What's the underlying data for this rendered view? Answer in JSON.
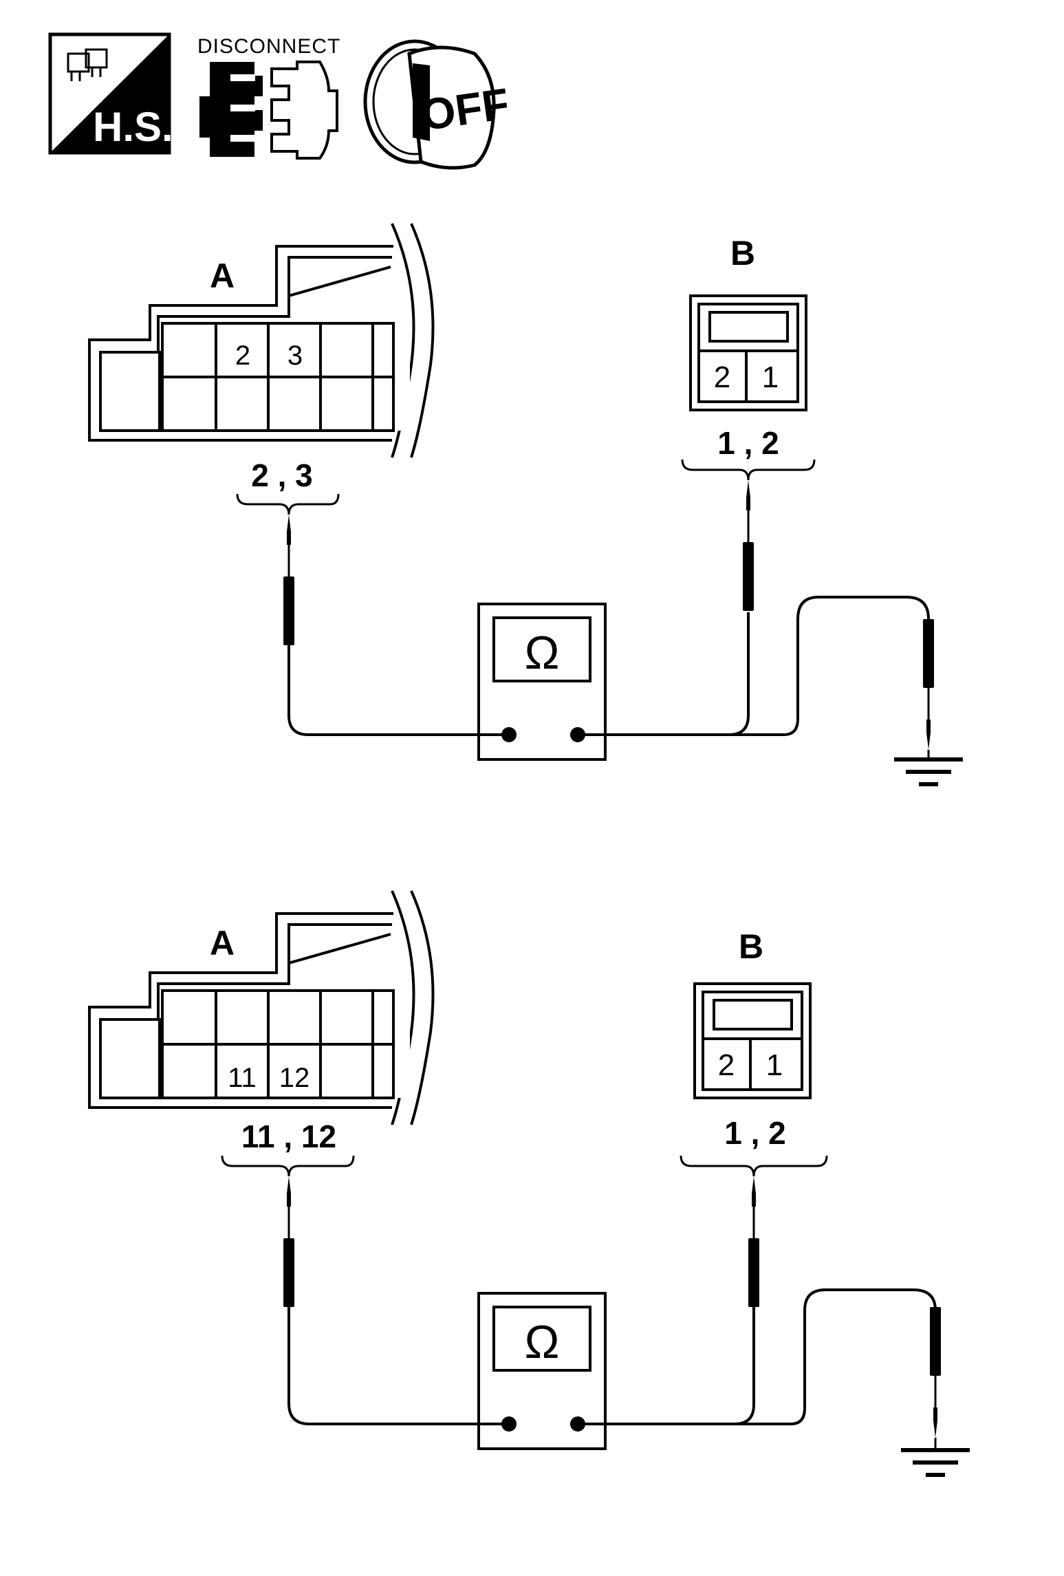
{
  "icons": {
    "harness_side": {
      "label": "H.S."
    },
    "disconnect": {
      "label": "DISCONNECT"
    },
    "ignition": {
      "label": "OFF"
    }
  },
  "ohmmeter_symbol": "Ω",
  "tests": [
    {
      "connector_a": {
        "label": "A",
        "terminal_labels": [
          "2",
          "3"
        ],
        "probe_label": "2 , 3"
      },
      "connector_b": {
        "label": "B",
        "terminal_labels": [
          "2",
          "1"
        ],
        "probe_label": "1 , 2"
      }
    },
    {
      "connector_a": {
        "label": "A",
        "terminal_labels": [
          "11",
          "12"
        ],
        "probe_label": "11 , 12"
      },
      "connector_b": {
        "label": "B",
        "terminal_labels": [
          "2",
          "1"
        ],
        "probe_label": "1 , 2"
      }
    }
  ]
}
